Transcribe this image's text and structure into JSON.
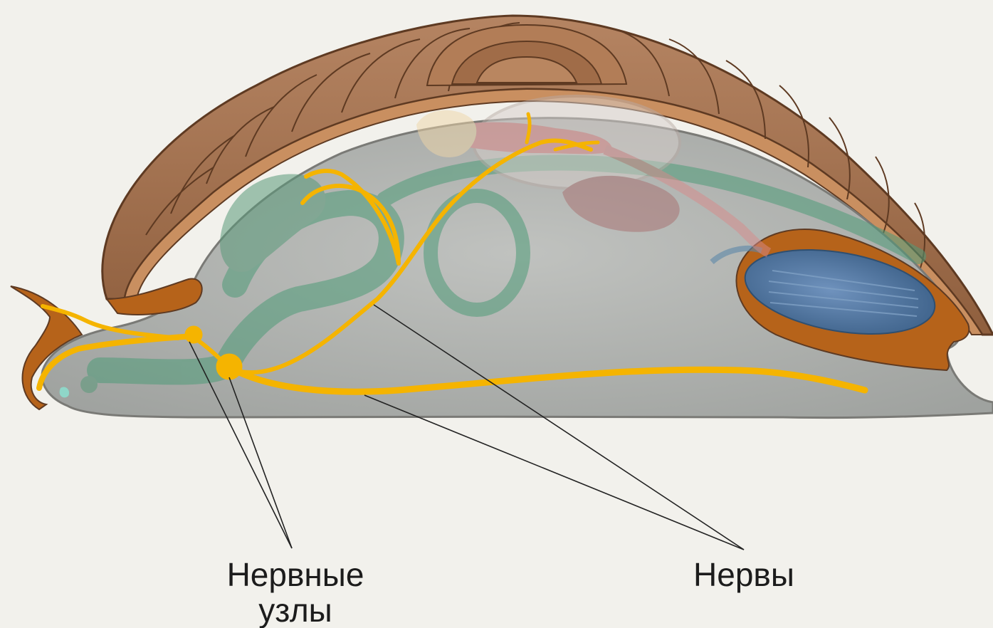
{
  "labels": {
    "ganglia": [
      "Нервные",
      "узлы"
    ],
    "nerves": "Нервы"
  },
  "colors": {
    "background": "#f2f1ec",
    "shell": "#a0714f",
    "shell_dark": "#5e3a22",
    "body": "#b3b6b2",
    "mantle": "#b6631a",
    "nerve": "#f5b400",
    "gut": "#6f9f86",
    "gill": "#4f77a0",
    "heart": "#d98484",
    "gonad": "#b17b76",
    "leader_line": "#222222"
  }
}
